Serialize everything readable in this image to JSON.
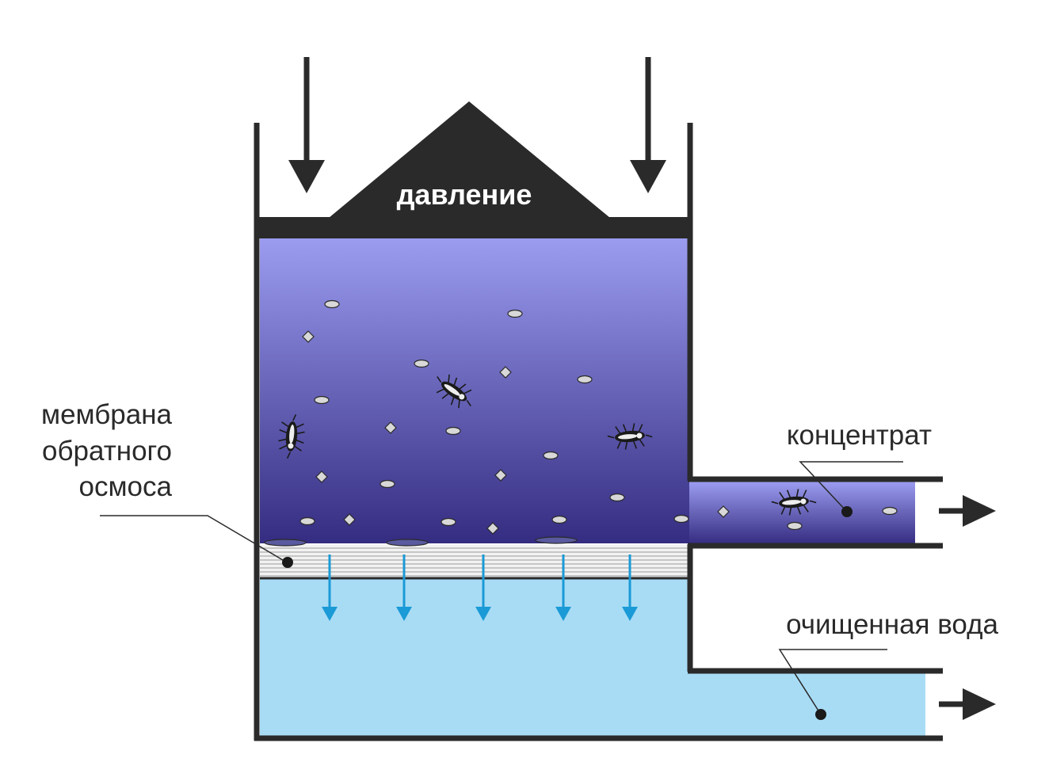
{
  "labels": {
    "pressure": "давление",
    "membrane_line1": "мембрана",
    "membrane_line2": "обратного",
    "membrane_line3": "осмоса",
    "concentrate": "концентрат",
    "purified_water": "очищенная вода"
  },
  "colors": {
    "outline": "#2a2a2a",
    "dirty_water_top": "#9b9cf0",
    "dirty_water_bottom": "#342c80",
    "clean_water": "#a8dcf5",
    "filtration_arrow": "#1a9ad6",
    "particle_fill": "#d8d8d8"
  }
}
